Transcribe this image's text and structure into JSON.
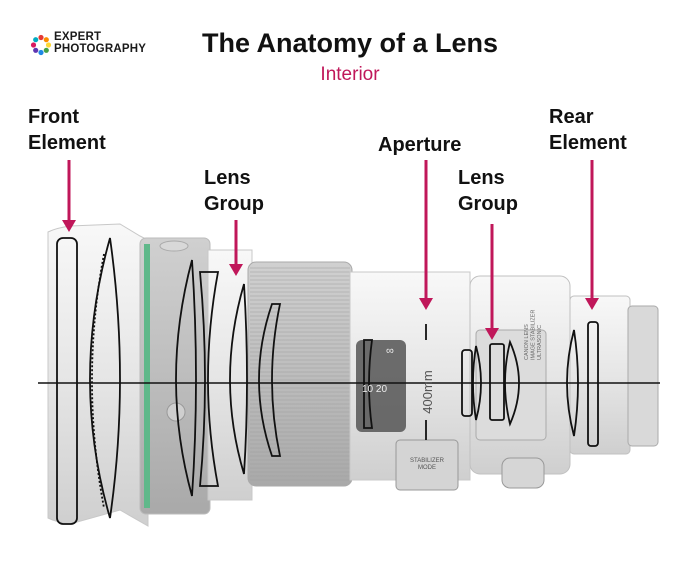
{
  "brand": {
    "line1": "EXPERT",
    "line2": "PHOTOGRAPHY",
    "dot_colors": [
      "#e53935",
      "#fb8c00",
      "#fdd835",
      "#43a047",
      "#1e88e5",
      "#5e35b1",
      "#d81b60",
      "#00acc1"
    ]
  },
  "header": {
    "title": "The Anatomy of a Lens",
    "subtitle": "Interior"
  },
  "labels": {
    "front_element": "Front\nElement",
    "lens_group_1": "Lens\nGroup",
    "aperture": "Aperture",
    "lens_group_2": "Lens\nGroup",
    "rear_element": "Rear\nElement"
  },
  "lens_markings": {
    "focal_length": "400mm",
    "distance_scale": "10  20",
    "infinity": "∞",
    "stabilizer_plate": "STABILIZER\nMODE",
    "side_plate": "CANON LENS\nIMAGE STABILIZER\nULTRASONIC"
  },
  "colors": {
    "accent": "#c0175a",
    "lens_body": "#ebebeb",
    "green_ring": "#5fb88a",
    "outline": "#111111"
  }
}
